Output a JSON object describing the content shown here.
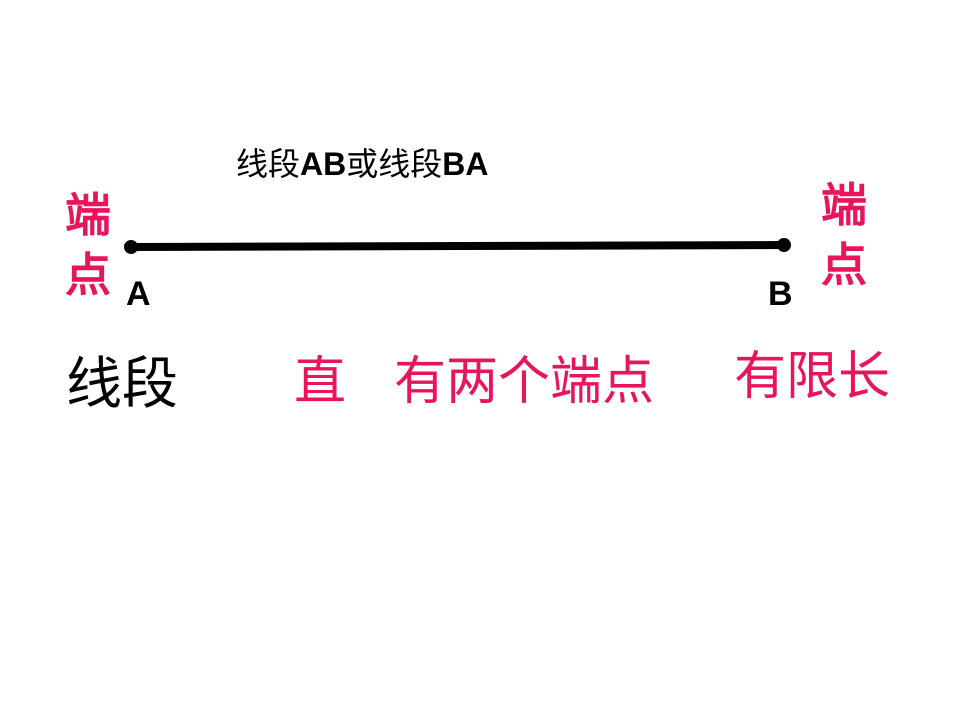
{
  "caption": {
    "part1": "线段",
    "part2": "AB",
    "part3": "或线段",
    "part4": "BA"
  },
  "left_endpoint": {
    "label_top": "端",
    "label_bottom": "点",
    "point_name": "A"
  },
  "right_endpoint": {
    "label_top": "端",
    "label_bottom": "点",
    "point_name": "B"
  },
  "term": "线段",
  "properties": {
    "straight": "直",
    "two_endpoints": "有两个端点",
    "finite_length": "有限长"
  },
  "colors": {
    "accent": "#e8145c",
    "line": "#000000",
    "text": "#000000"
  }
}
